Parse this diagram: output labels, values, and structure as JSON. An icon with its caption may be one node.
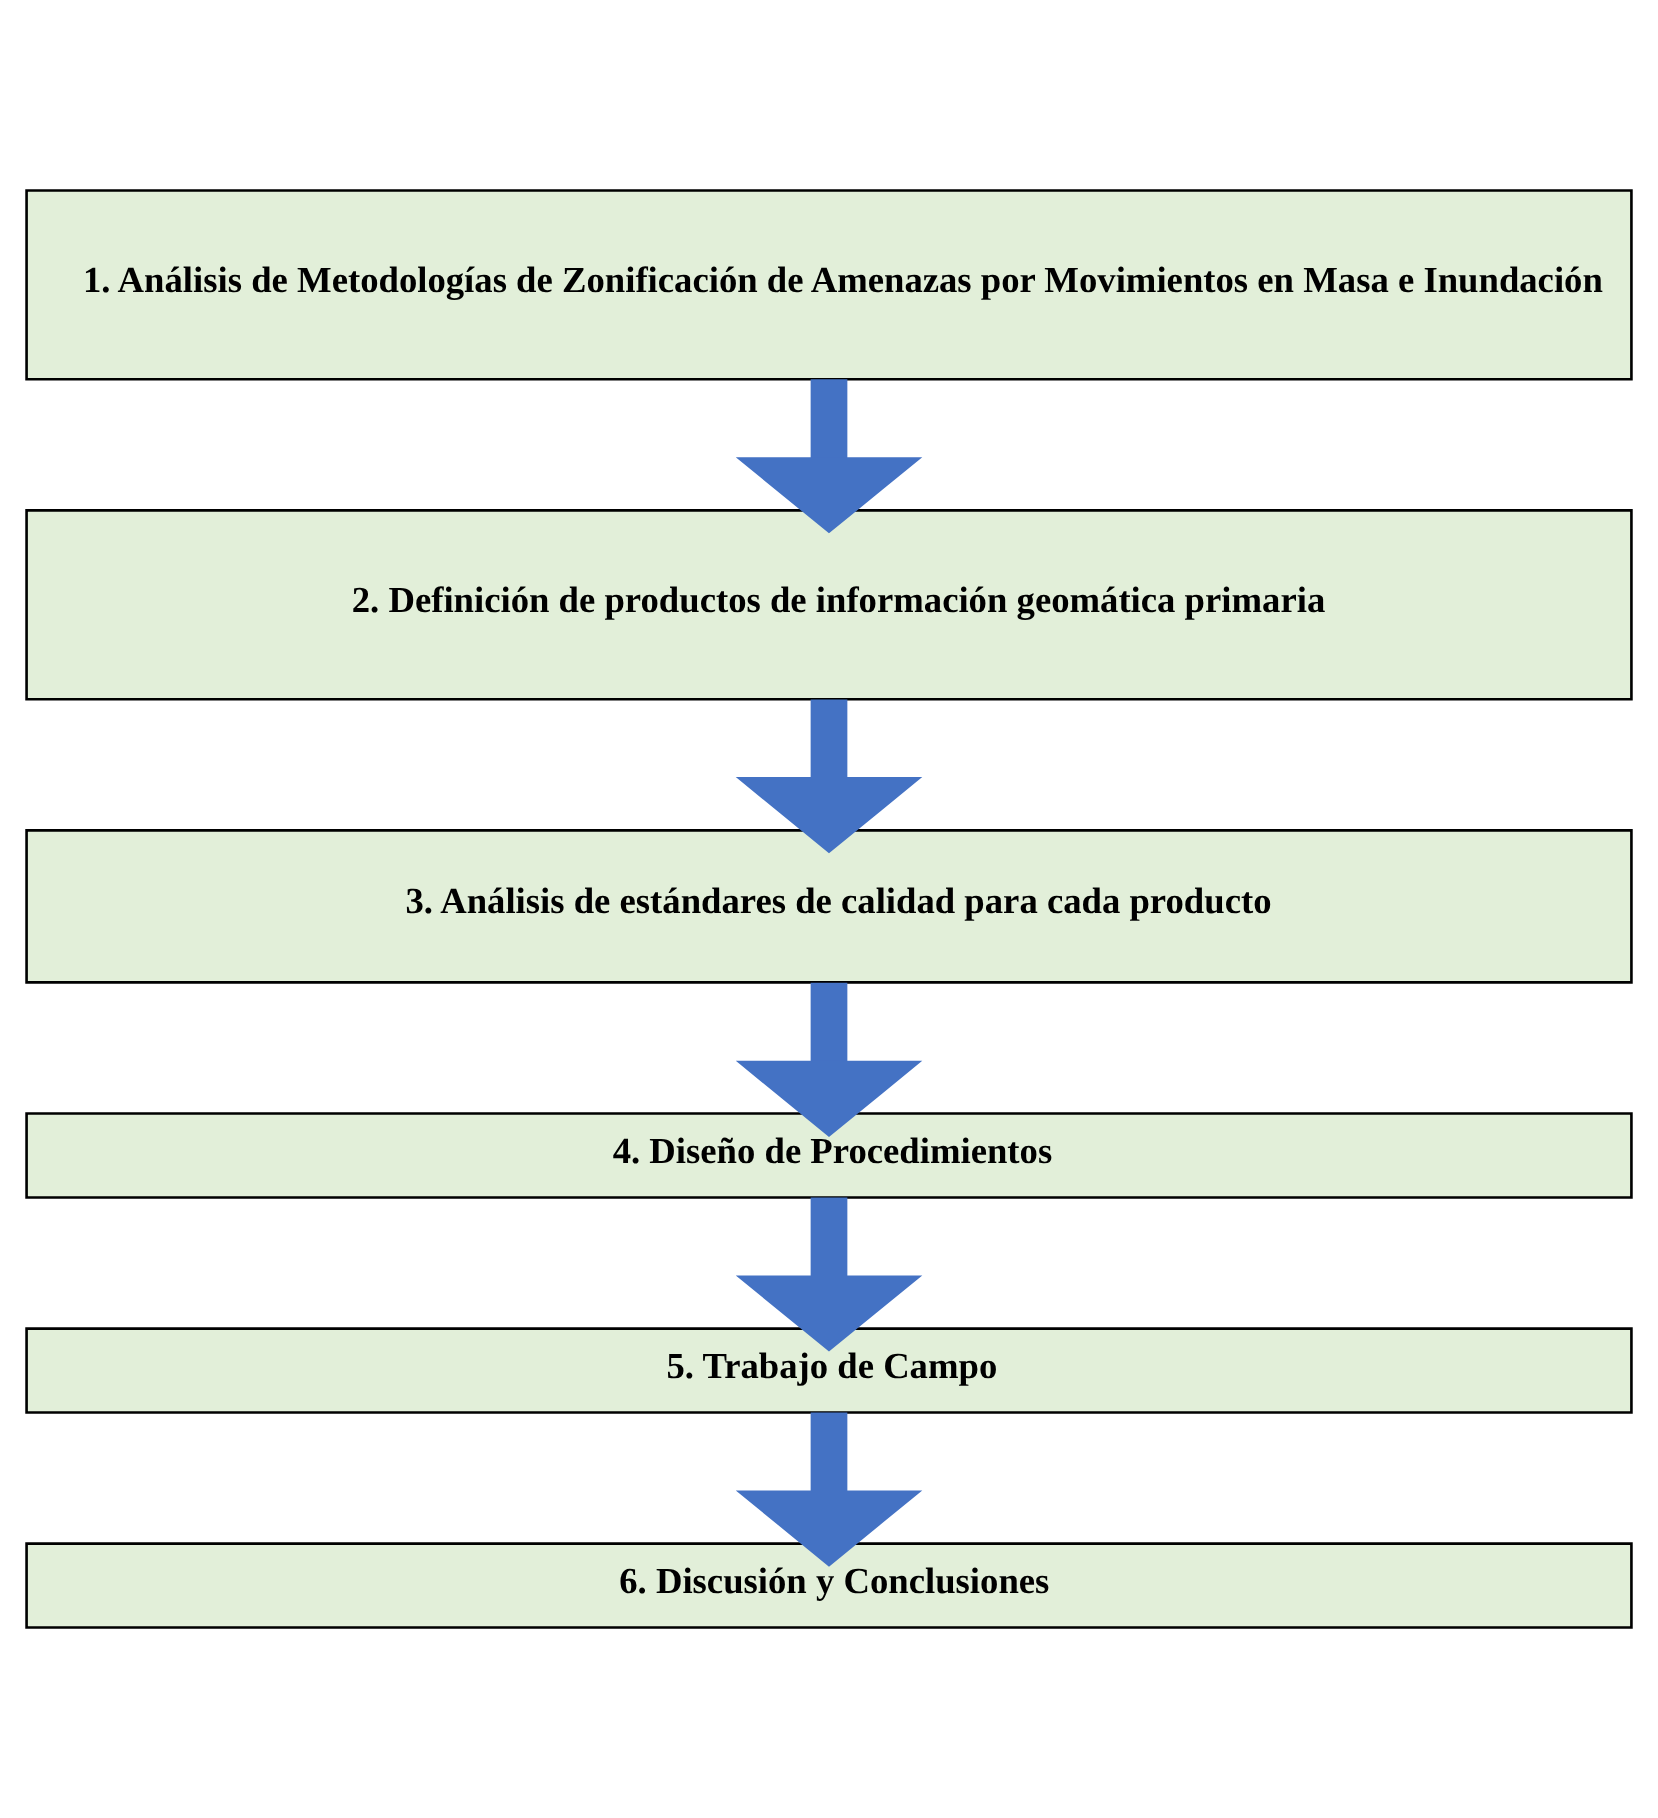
{
  "diagram": {
    "nodes": [
      {
        "text": [
          "1. Análisis de Metodologías de Zonificación de Amenazas por Movimientos en Masa e Inundación"
        ]
      },
      {
        "text": [
          "2. Definición de productos de información geomática primaria"
        ]
      },
      {
        "text": [
          "3. Análisis de estándares de calidad para cada producto"
        ]
      },
      {
        "text": [
          "4. Diseño de Procedimientos"
        ]
      },
      {
        "text": [
          "5. Trabajo de Campo"
        ]
      },
      {
        "text": [
          "6. Discusión y Conclusiones"
        ]
      }
    ],
    "edges": [
      {
        "from": 0,
        "to": 1,
        "arrow": "to"
      },
      {
        "from": 1,
        "to": 2,
        "arrow": "to"
      },
      {
        "from": 2,
        "to": 3,
        "arrow": "to"
      },
      {
        "from": 3,
        "to": 4,
        "arrow": "to"
      },
      {
        "from": 4,
        "to": 5,
        "arrow": "to"
      }
    ]
  }
}
